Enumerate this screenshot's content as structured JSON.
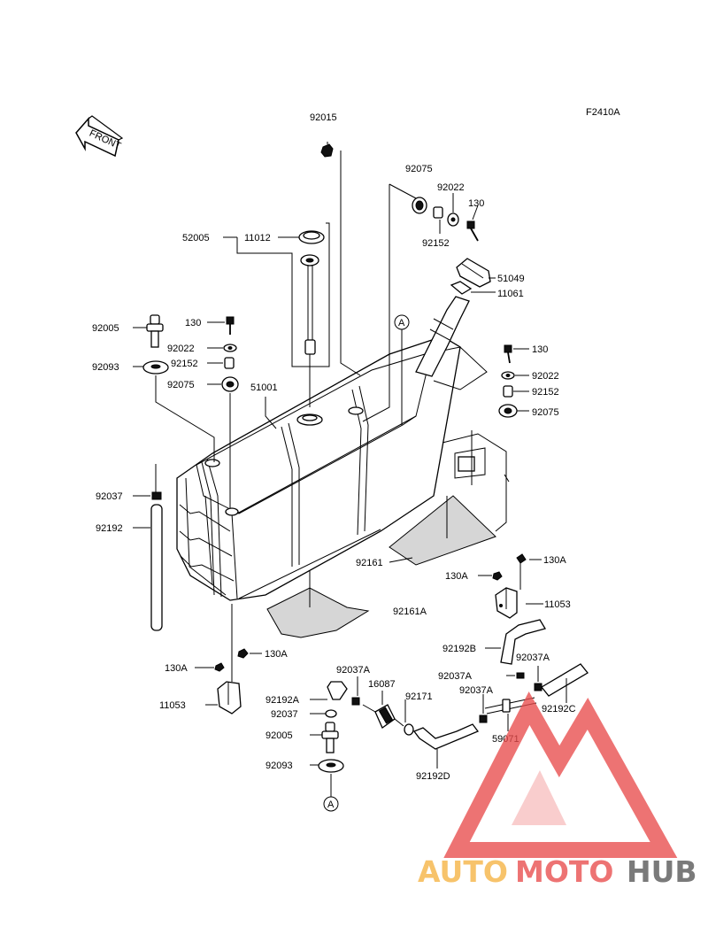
{
  "figure_code": "F2410A",
  "front_label": "FRONT",
  "marker_A": "A",
  "watermark": {
    "part1": "AUTO",
    "part2": "MOTO",
    "part3": "HUB",
    "color1": "#f5b342",
    "color2": "#e94c4c",
    "color3": "#555555"
  },
  "labels": {
    "p92015": "92015",
    "p92075_top": "92075",
    "p92022_top": "92022",
    "p130_top": "130",
    "p92152_top": "92152",
    "p52005": "52005",
    "p11012": "11012",
    "p51049": "51049",
    "p11061": "11061",
    "p92005_left": "92005",
    "p130_left": "130",
    "p92022_left": "92022",
    "p92093_left": "92093",
    "p92152_left": "92152",
    "p92075_left": "92075",
    "p51001": "51001",
    "p130_right": "130",
    "p92022_right": "92022",
    "p92152_right": "92152",
    "p92075_right": "92075",
    "p92037_left": "92037",
    "p92192": "92192",
    "p92161": "92161",
    "p130A_r1": "130A",
    "p130A_r2": "130A",
    "p11053_right": "11053",
    "p92161A": "92161A",
    "p130A_l1": "130A",
    "p130A_l2": "130A",
    "p11053_left": "11053",
    "p92192B": "92192B",
    "p92037A_1": "92037A",
    "p92037A_2": "92037A",
    "p92037A_3": "92037A",
    "p92037A_4": "92037A",
    "p16087": "16087",
    "p92171": "92171",
    "p92192A": "92192A",
    "p92037_bot": "92037",
    "p92005_bot": "92005",
    "p92093_bot": "92093",
    "p92192C": "92192C",
    "p59071": "59071",
    "p92192D": "92192D"
  }
}
